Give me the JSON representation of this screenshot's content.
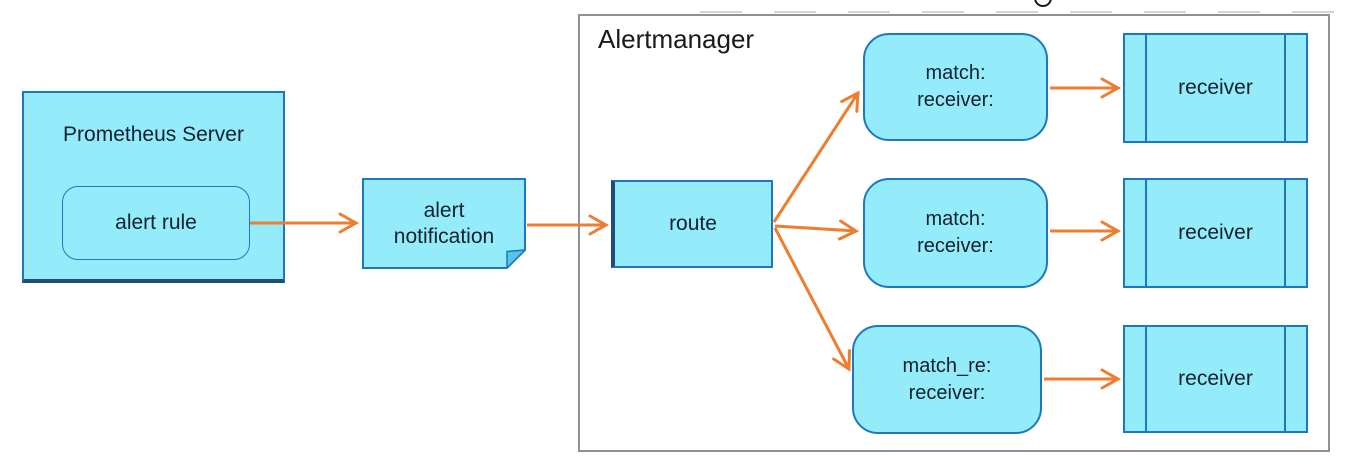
{
  "diagram": {
    "container_label": "Alertmanager",
    "nodes": {
      "prometheus_server": "Prometheus Server",
      "alert_rule": "alert rule",
      "alert_notification_line1": "alert",
      "alert_notification_line2": "notification",
      "route": "route"
    },
    "branches": [
      {
        "match_line1": "match:",
        "match_line2": "receiver:",
        "receiver_label": "receiver"
      },
      {
        "match_line1": "match:",
        "match_line2": "receiver:",
        "receiver_label": "receiver"
      },
      {
        "match_line1": "match_re:",
        "match_line2": "receiver:",
        "receiver_label": "receiver"
      }
    ],
    "colors": {
      "node_fill": "#94EBFA",
      "node_border": "#1D79BB",
      "node_border_dark": "#1F4E79",
      "arrow": "#ED7D31",
      "container_border": "#8C9196",
      "text": "#14202F",
      "label_text": "#1A1A1A"
    }
  }
}
